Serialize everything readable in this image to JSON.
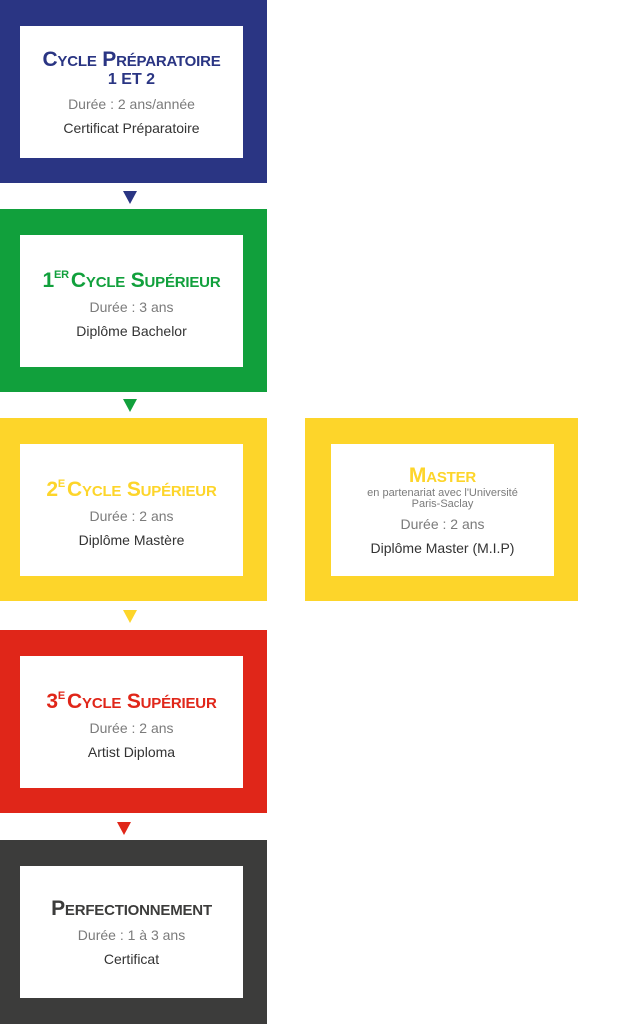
{
  "colors": {
    "blue": "#2a3583",
    "green": "#11a03c",
    "yellow": "#fdd52a",
    "red": "#e02619",
    "dark": "#3c3c3b"
  },
  "boxes": [
    {
      "title": "Cycle Préparatoire",
      "subtitle": "1 ET 2",
      "duration": "Durée : 2 ans/année",
      "diploma": "Certificat Préparatoire"
    },
    {
      "num": "1",
      "sup": "ER",
      "title": "Cycle Supérieur",
      "duration": "Durée : 3 ans",
      "diploma": "Diplôme Bachelor"
    },
    {
      "num": "2",
      "sup": "E",
      "title": "Cycle Supérieur",
      "duration": "Durée : 2 ans",
      "diploma": "Diplôme Mastère"
    },
    {
      "num": "3",
      "sup": "E",
      "title": "Cycle Supérieur",
      "duration": "Durée : 2 ans",
      "diploma": "Artist Diploma"
    },
    {
      "title": "Perfectionnement",
      "duration": "Durée : 1 à 3 ans",
      "diploma": "Certificat"
    }
  ],
  "master": {
    "title": "Master",
    "partner_line1": "en partenariat avec l'Université",
    "partner_line2": "Paris-Saclay",
    "duration": "Durée : 2 ans",
    "diploma": "Diplôme Master (M.I.P)"
  }
}
